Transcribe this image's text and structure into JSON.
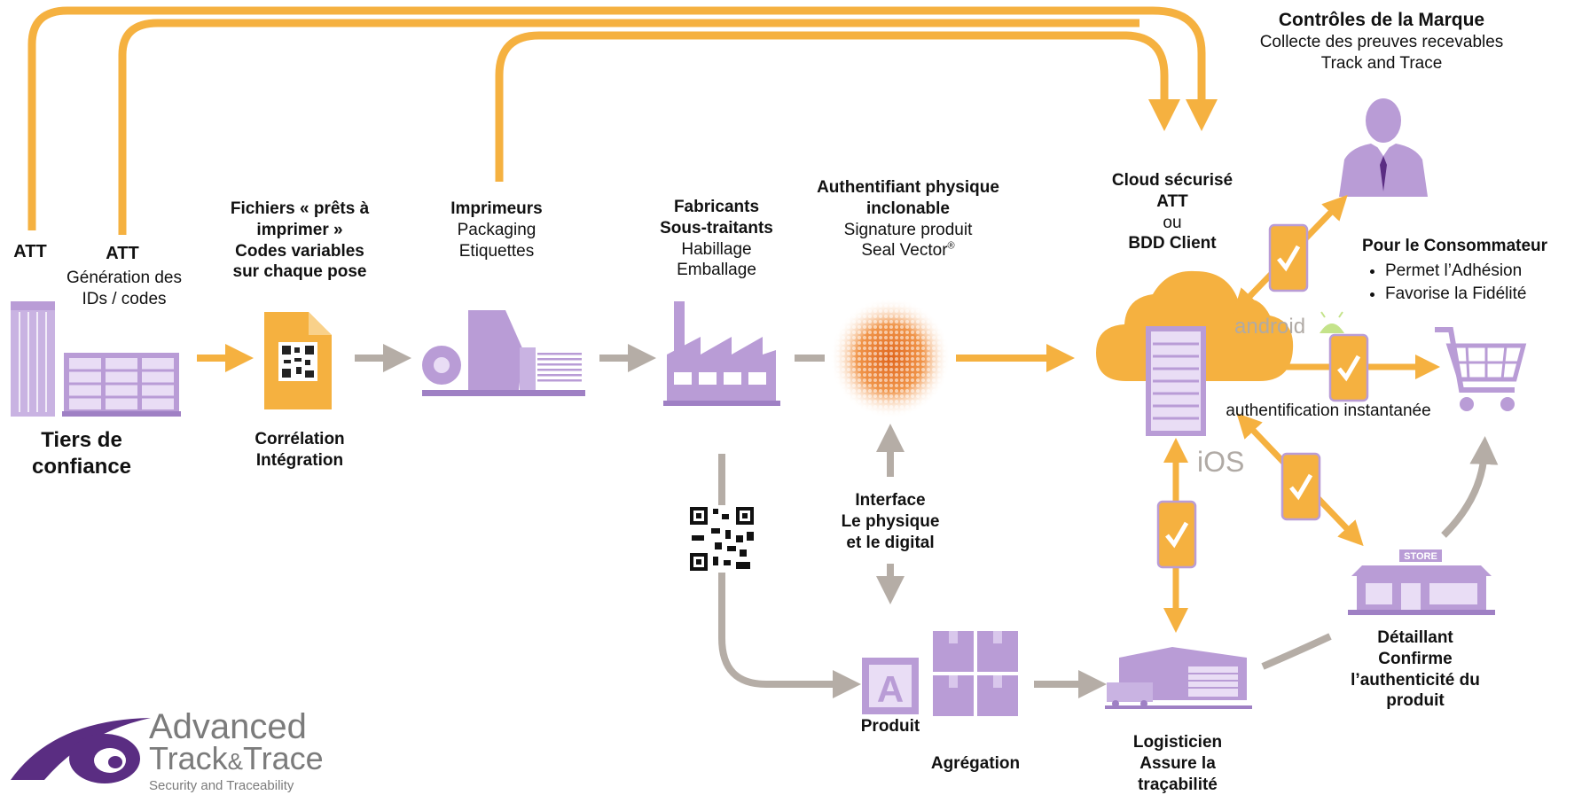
{
  "colors": {
    "orange": "#f5b140",
    "purple": "#b99cd6",
    "purple_dark": "#5a2d82",
    "grey": "#b5ada6"
  },
  "left": {
    "att1": "ATT",
    "att2": "ATT",
    "id_gen_line1": "Génération des",
    "id_gen_line2": "IDs / codes",
    "trust_line1": "Tiers de",
    "trust_line2": "confiance"
  },
  "files": {
    "title_line1": "Fichiers « prêts à",
    "title_line2": "imprimer »",
    "title_line3": "Codes variables",
    "title_line4": "sur chaque pose",
    "sub_line1": "Corrélation",
    "sub_line2": "Intégration"
  },
  "printers": {
    "title": "Imprimeurs",
    "line1": "Packaging",
    "line2": "Etiquettes"
  },
  "makers": {
    "line1": "Fabricants",
    "line2": "Sous-traitants",
    "line3": "Habillage",
    "line4": "Emballage"
  },
  "auth": {
    "line1": "Authentifiant physique",
    "line2": "inclonable",
    "line3": "Signature produit",
    "line4": "Seal Vector",
    "reg": "®"
  },
  "interface": {
    "line1": "Interface",
    "line2": "Le physique",
    "line3": "et le digital"
  },
  "product": {
    "label": "Produit",
    "icon_letter": "A"
  },
  "aggregation": {
    "label": "Agrégation"
  },
  "logistics": {
    "line1": "Logisticien",
    "line2": "Assure la",
    "line3": "traçabilité"
  },
  "retailer": {
    "line1": "Détaillant",
    "line2": "Confirme",
    "line3": "l’authenticité du",
    "line4": "produit",
    "store_sign": "STORE"
  },
  "cloud": {
    "line1": "Cloud sécurisé",
    "line2": "ATT",
    "line3": "ou",
    "line4": "BDD Client"
  },
  "brand": {
    "title": "Contrôles de la Marque",
    "line1": "Collecte des preuves recevables",
    "line2": "Track and Trace"
  },
  "consumer": {
    "title": "Pour le Consommateur",
    "items": [
      "Permet l’Adhésion",
      "Favorise la Fidélité"
    ]
  },
  "instant_auth": "authentification instantanée",
  "platforms": {
    "android": "android",
    "ios": "iOS"
  },
  "logo": {
    "word1": "Advanced",
    "word2a": "Track",
    "amp": "&",
    "word2b": "Trace",
    "tagline": "Security and Traceability"
  }
}
